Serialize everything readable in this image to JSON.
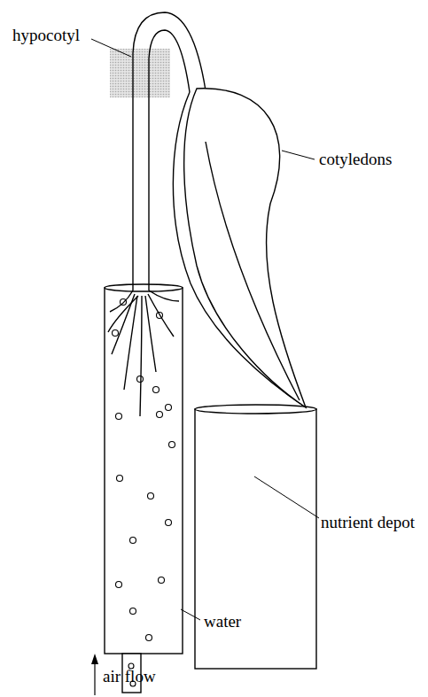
{
  "diagram": {
    "labels": [
      "hypocotyl",
      "cotyledons",
      "nutrient depot",
      "water",
      "air flow"
    ]
  }
}
